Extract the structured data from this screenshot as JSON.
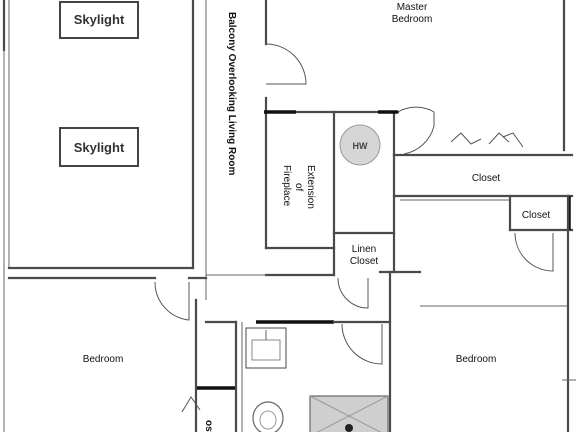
{
  "floorplan": {
    "skylights": [
      "Skylight",
      "Skylight"
    ],
    "balcony_label": "Balcony Overlooking Living Room",
    "master_bedroom": [
      "Master",
      "Bedroom"
    ],
    "hw_label": "HW",
    "fireplace_label": [
      "Extension",
      "of",
      "Fireplace"
    ],
    "closet_main": "Closet",
    "closet_small": "Closet",
    "linen_closet": [
      "Linen",
      "Closet"
    ],
    "bedroom_left": "Bedroom",
    "bedroom_right": "Bedroom",
    "partial_label": "ost"
  }
}
